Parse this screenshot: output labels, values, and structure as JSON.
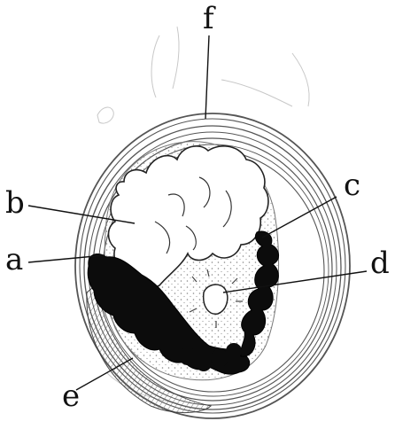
{
  "figure": {
    "labels": {
      "a": "a",
      "b": "b",
      "c": "c",
      "d": "d",
      "e": "e",
      "f": "f"
    }
  },
  "colors": {
    "ink": "#111111",
    "wall_stroke": "#555555",
    "dark_mass": "#0c0c0c",
    "stipple": "#8a8a8a",
    "background": "#ffffff"
  }
}
